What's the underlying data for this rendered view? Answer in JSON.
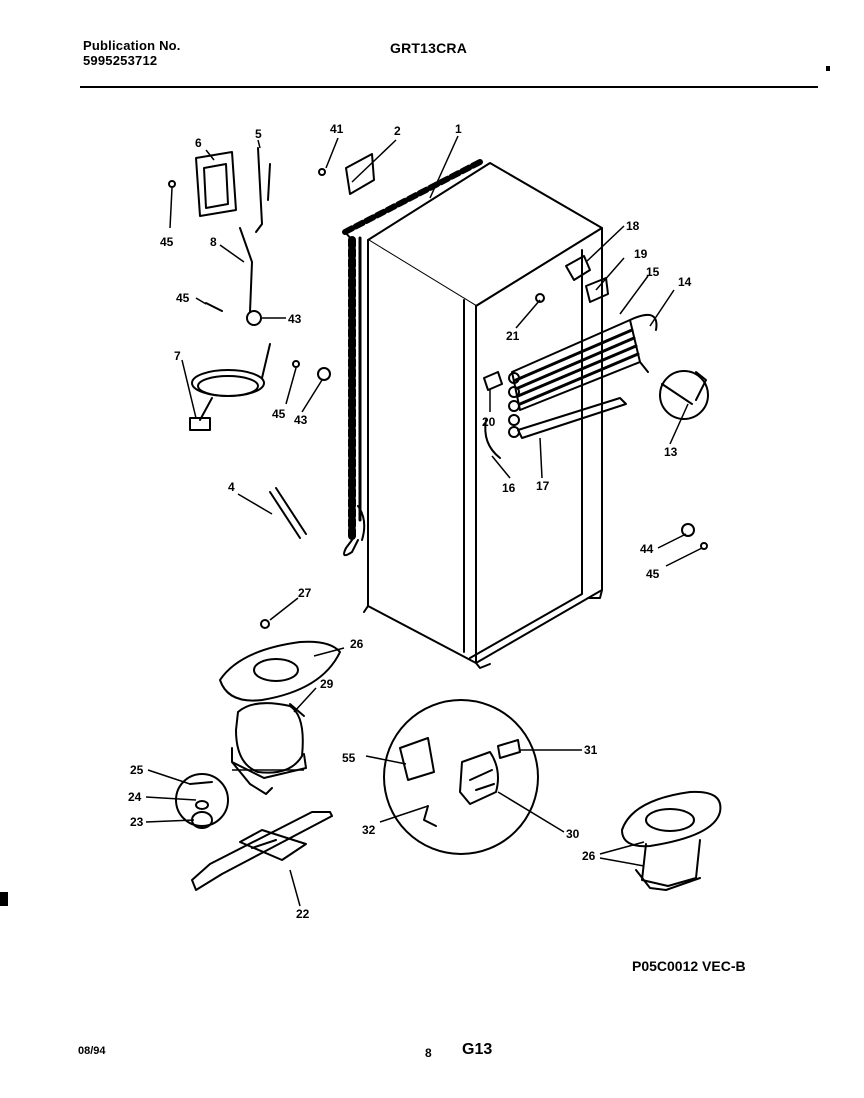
{
  "header": {
    "publication_label": "Publication No.",
    "publication_number": "5995253712",
    "model": "GRT13CRA"
  },
  "diagram": {
    "callouts": [
      "1",
      "2",
      "41",
      "6",
      "5",
      "45",
      "8",
      "45",
      "43",
      "7",
      "45",
      "43",
      "4",
      "27",
      "26",
      "29",
      "25",
      "24",
      "23",
      "22",
      "18",
      "19",
      "15",
      "14",
      "21",
      "20",
      "16",
      "17",
      "13",
      "44",
      "45",
      "31",
      "55",
      "32",
      "30",
      "26"
    ]
  },
  "footer": {
    "drawing_code": "P05C0012 VEC-B",
    "date": "08/94",
    "page_number": "8",
    "page_code": "G13"
  }
}
